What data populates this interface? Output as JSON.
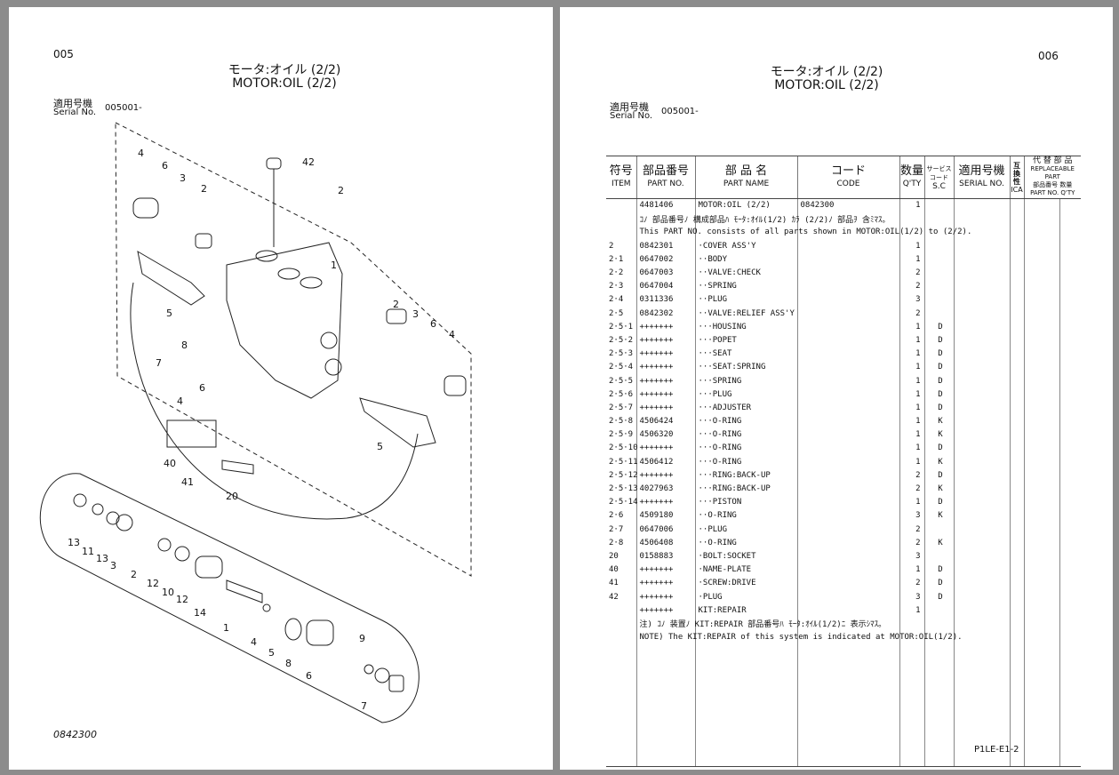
{
  "left_page": {
    "page_number": "005",
    "title_jp": "モータ:オイル (2/2)",
    "title_en": "MOTOR:OIL (2/2)",
    "serial_label_jp": "適用号機",
    "serial_label_en": "Serial No.",
    "serial_value": "005001-",
    "figure_number": "0842300",
    "callouts": [
      "4",
      "6",
      "3",
      "2",
      "42",
      "2",
      "1",
      "5",
      "8",
      "7",
      "6",
      "4",
      "2",
      "3",
      "6",
      "4",
      "5",
      "40",
      "41",
      "20",
      "13",
      "11",
      "13",
      "3",
      "2",
      "12",
      "10",
      "12",
      "14",
      "1",
      "4",
      "5",
      "8",
      "6",
      "9",
      "7"
    ]
  },
  "right_page": {
    "page_number": "006",
    "title_jp": "モータ:オイル (2/2)",
    "title_en": "MOTOR:OIL (2/2)",
    "serial_label_jp": "適用号機",
    "serial_label_en": "Serial No.",
    "serial_value": "005001-",
    "footer_code": "P1LE-E1-2",
    "headers": {
      "item_jp": "符号",
      "item_en": "ITEM",
      "partno_jp": "部品番号",
      "partno_en": "PART NO.",
      "partname_jp": "部 品 名",
      "partname_en": "PART NAME",
      "code_jp": "コード",
      "code_en": "CODE",
      "qty_jp": "数量",
      "qty_en": "Q'TY",
      "sc_jp1": "サービス",
      "sc_jp2": "コード",
      "sc_en": "S.C",
      "serial_jp": "適用号機",
      "serial_en": "SERIAL NO.",
      "ica_jp": "互換性",
      "ica_en": "ICA",
      "repl_jp": "代 替 部 品",
      "repl_en": "REPLACEABLE PART",
      "repl_partno_jp": "部品番号",
      "repl_partno_en": "PART NO.",
      "repl_qty_jp": "数量",
      "repl_qty_en": "Q'TY"
    },
    "rows": [
      {
        "item": "",
        "part_no": "4481406",
        "name": "MOTOR:OIL (2/2)",
        "code": "0842300",
        "qty": "1",
        "sc": ""
      },
      {
        "note": "ｺﾉ 部品番号ﾉ 構成部品ﾊ ﾓｰﾀ:ｵｲﾙ(1/2) ｶﾗ (2/2)ﾉ 部品ｦ 含ﾐﾏｽ｡"
      },
      {
        "note": "This PART NO. consists of all parts shown in MOTOR:OIL(1/2) to (2/2)."
      },
      {
        "item": "2",
        "part_no": "0842301",
        "name": "·COVER ASS'Y",
        "code": "",
        "qty": "1",
        "sc": ""
      },
      {
        "item": "2·1",
        "part_no": "0647002",
        "name": "··BODY",
        "code": "",
        "qty": "1",
        "sc": ""
      },
      {
        "item": "2·2",
        "part_no": "0647003",
        "name": "··VALVE:CHECK",
        "code": "",
        "qty": "2",
        "sc": ""
      },
      {
        "item": "2·3",
        "part_no": "0647004",
        "name": "··SPRING",
        "code": "",
        "qty": "2",
        "sc": ""
      },
      {
        "item": "2·4",
        "part_no": "0311336",
        "name": "··PLUG",
        "code": "",
        "qty": "3",
        "sc": ""
      },
      {
        "item": "2·5",
        "part_no": "0842302",
        "name": "··VALVE:RELIEF ASS'Y",
        "code": "",
        "qty": "2",
        "sc": ""
      },
      {
        "item": "2·5·1",
        "part_no": "+++++++",
        "name": "···HOUSING",
        "code": "",
        "qty": "1",
        "sc": "D"
      },
      {
        "item": "2·5·2",
        "part_no": "+++++++",
        "name": "···POPET",
        "code": "",
        "qty": "1",
        "sc": "D"
      },
      {
        "item": "2·5·3",
        "part_no": "+++++++",
        "name": "···SEAT",
        "code": "",
        "qty": "1",
        "sc": "D"
      },
      {
        "item": "2·5·4",
        "part_no": "+++++++",
        "name": "···SEAT:SPRING",
        "code": "",
        "qty": "1",
        "sc": "D"
      },
      {
        "item": "2·5·5",
        "part_no": "+++++++",
        "name": "···SPRING",
        "code": "",
        "qty": "1",
        "sc": "D"
      },
      {
        "item": "2·5·6",
        "part_no": "+++++++",
        "name": "···PLUG",
        "code": "",
        "qty": "1",
        "sc": "D"
      },
      {
        "item": "2·5·7",
        "part_no": "+++++++",
        "name": "···ADJUSTER",
        "code": "",
        "qty": "1",
        "sc": "D"
      },
      {
        "item": "2·5·8",
        "part_no": "4506424",
        "name": "···O-RING",
        "code": "",
        "qty": "1",
        "sc": "K"
      },
      {
        "item": "2·5·9",
        "part_no": "4506320",
        "name": "···O-RING",
        "code": "",
        "qty": "1",
        "sc": "K"
      },
      {
        "item": "2·5·10",
        "part_no": "+++++++",
        "name": "···O-RING",
        "code": "",
        "qty": "1",
        "sc": "D"
      },
      {
        "item": "2·5·11",
        "part_no": "4506412",
        "name": "···O-RING",
        "code": "",
        "qty": "1",
        "sc": "K"
      },
      {
        "item": "2·5·12",
        "part_no": "+++++++",
        "name": "···RING:BACK-UP",
        "code": "",
        "qty": "2",
        "sc": "D"
      },
      {
        "item": "2·5·13",
        "part_no": "4027963",
        "name": "···RING:BACK-UP",
        "code": "",
        "qty": "2",
        "sc": "K"
      },
      {
        "item": "2·5·14",
        "part_no": "+++++++",
        "name": "···PISTON",
        "code": "",
        "qty": "1",
        "sc": "D"
      },
      {
        "item": "2·6",
        "part_no": "4509180",
        "name": "··O-RING",
        "code": "",
        "qty": "3",
        "sc": "K"
      },
      {
        "item": "2·7",
        "part_no": "0647006",
        "name": "··PLUG",
        "code": "",
        "qty": "2",
        "sc": ""
      },
      {
        "item": "2·8",
        "part_no": "4506408",
        "name": "··O-RING",
        "code": "",
        "qty": "2",
        "sc": "K"
      },
      {
        "item": "20",
        "part_no": "0158883",
        "name": "·BOLT:SOCKET",
        "code": "",
        "qty": "3",
        "sc": ""
      },
      {
        "item": "40",
        "part_no": "+++++++",
        "name": "·NAME-PLATE",
        "code": "",
        "qty": "1",
        "sc": "D"
      },
      {
        "item": "41",
        "part_no": "+++++++",
        "name": "·SCREW:DRIVE",
        "code": "",
        "qty": "2",
        "sc": "D"
      },
      {
        "item": "42",
        "part_no": "+++++++",
        "name": "·PLUG",
        "code": "",
        "qty": "3",
        "sc": "D"
      },
      {
        "item": "",
        "part_no": "+++++++",
        "name": "KIT:REPAIR",
        "code": "",
        "qty": "1",
        "sc": ""
      },
      {
        "note": "注) ｺﾉ 装置ﾉ KIT:REPAIR 部品番号ﾊ ﾓｰﾀ:ｵｲﾙ(1/2)ﾆ 表示ｼﾏｽ｡"
      },
      {
        "note": "NOTE) The KIT:REPAIR of this system is indicated at MOTOR:OIL(1/2)."
      }
    ]
  }
}
